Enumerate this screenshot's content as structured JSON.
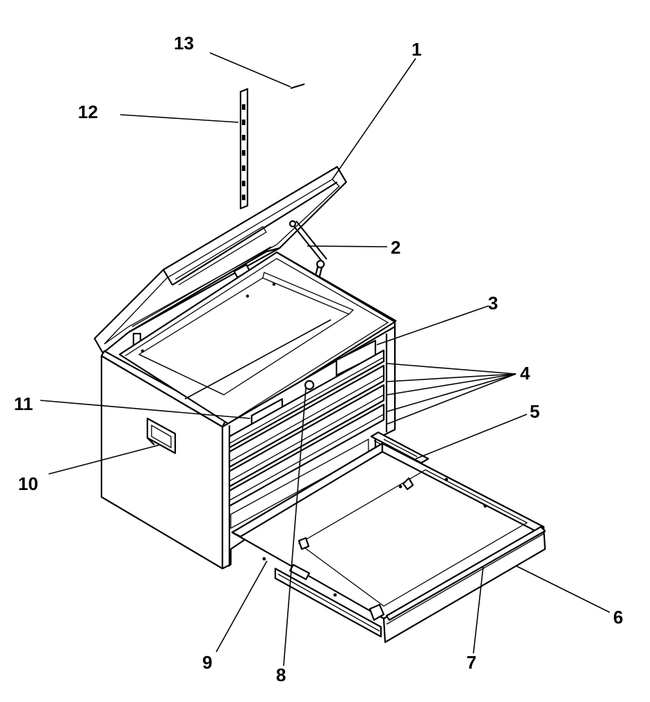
{
  "diagram": {
    "type": "exploded parts diagram",
    "labels": {
      "p1": "1",
      "p2": "2",
      "p3": "3",
      "p4": "4",
      "p5": "5",
      "p6": "6",
      "p7": "7",
      "p8": "8",
      "p9": "9",
      "p10": "10",
      "p11": "11",
      "p12": "12",
      "p13": "13"
    }
  }
}
